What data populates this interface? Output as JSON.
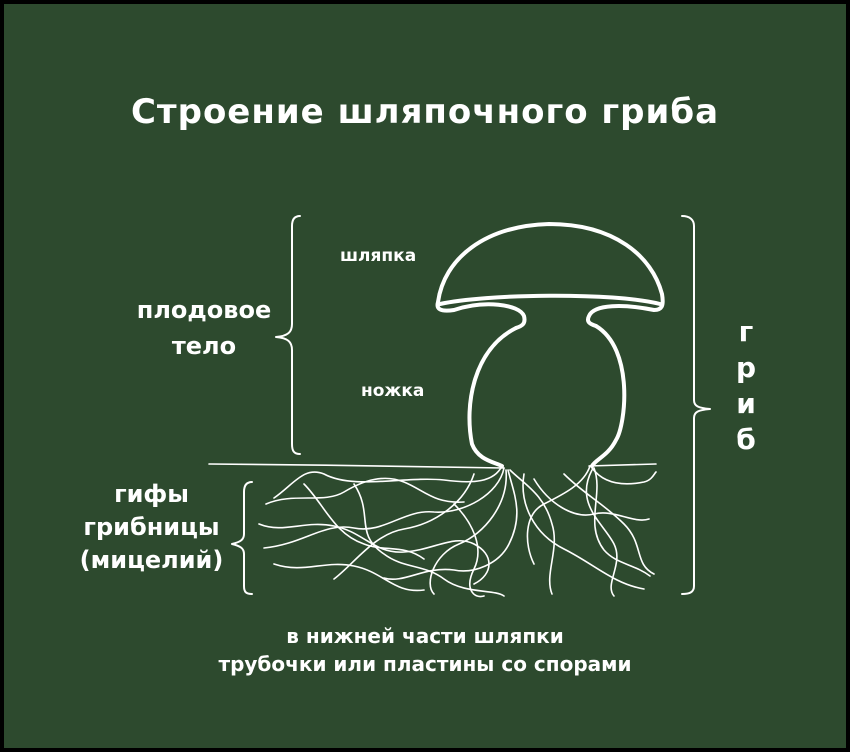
{
  "title": "Строение шляпочного гриба",
  "labels": {
    "fruiting_body_line1": "плодовое",
    "fruiting_body_line2": "тело",
    "cap": "шляпка",
    "stem": "ножка",
    "hyphae_line1": "гифы",
    "hyphae_line2": "грибницы",
    "hyphae_line3": "(мицелий)",
    "fungus_letters": [
      "г",
      "р",
      "и",
      "б"
    ]
  },
  "note": {
    "line1": "в нижней части шляпки",
    "line2": "трубочки или пластины  со спорами"
  },
  "colors": {
    "board": "#2d4a2e",
    "chalk": "#ffffff",
    "frame": "#000000"
  }
}
